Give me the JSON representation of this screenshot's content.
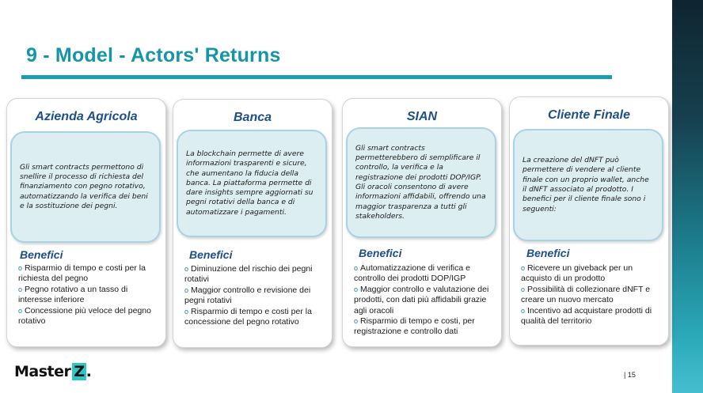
{
  "slide": {
    "title": "9 - Model - Actors' Returns",
    "page_number": "| 15",
    "logo": {
      "text": "Master",
      "accent": "Z",
      "dot": "."
    }
  },
  "colors": {
    "accent_teal": "#1496a6",
    "heading_blue": "#1e4f8a",
    "bubble_fill": "#ddeef3",
    "logo_teal": "#2fc7c4"
  },
  "cards": [
    {
      "title": "Azienda Agricola",
      "description": "Gli smart contracts permettono di snellire il processo di richiesta del finanziamento con pegno rotativo, automatizzando la verifica dei beni e la sostituzione dei pegni.",
      "benefits_label": "Benefici",
      "benefits": [
        "Risparmio di tempo e costi per la richiesta del pegno",
        "Pegno rotativo a un tasso di interesse inferiore",
        "Concessione più veloce del pegno rotativo"
      ]
    },
    {
      "title": "Banca",
      "description": "La blockchain permette di avere informazioni trasparenti e sicure, che aumentano la fiducia della banca. La piattaforma permette di dare insights sempre aggiornati su pegni rotativi della banca e di automatizzare i pagamenti.",
      "benefits_label": "Benefici",
      "benefits": [
        "Diminuzione del rischio dei pegni rotativi",
        "Maggior controllo e revisione dei pegni rotativi",
        "Risparmio di tempo e costi per la concessione del pegno rotativo"
      ]
    },
    {
      "title": "SIAN",
      "description": "Gli smart contracts permetterebbero di semplificare il controllo, la verifica e la registrazione dei prodotti DOP/IGP. Gli oracoli consentono di avere informazioni affidabili, offrendo una maggior trasparenza a tutti gli stakeholders.",
      "benefits_label": "Benefici",
      "benefits": [
        "Automatizzazione di verifica e controllo dei prodotti DOP/IGP",
        "Maggior controllo e valutazione dei prodotti, con dati più affidabili grazie agli oracoli",
        "Risparmio di tempo e costi, per registrazione e controllo dati"
      ]
    },
    {
      "title": "Cliente Finale",
      "description": "La creazione del dNFT può permettere di vendere al cliente finale con un proprio wallet, anche il dNFT associato al prodotto. I benefici per il cliente finale sono i seguenti:",
      "benefits_label": "Benefici",
      "benefits": [
        "Ricevere un giveback per un acquisto di un prodotto",
        "Possibilità di collezionare dNFT e creare un nuovo mercato",
        "Incentivo ad acquistare prodotti di qualità del territorio"
      ]
    }
  ]
}
